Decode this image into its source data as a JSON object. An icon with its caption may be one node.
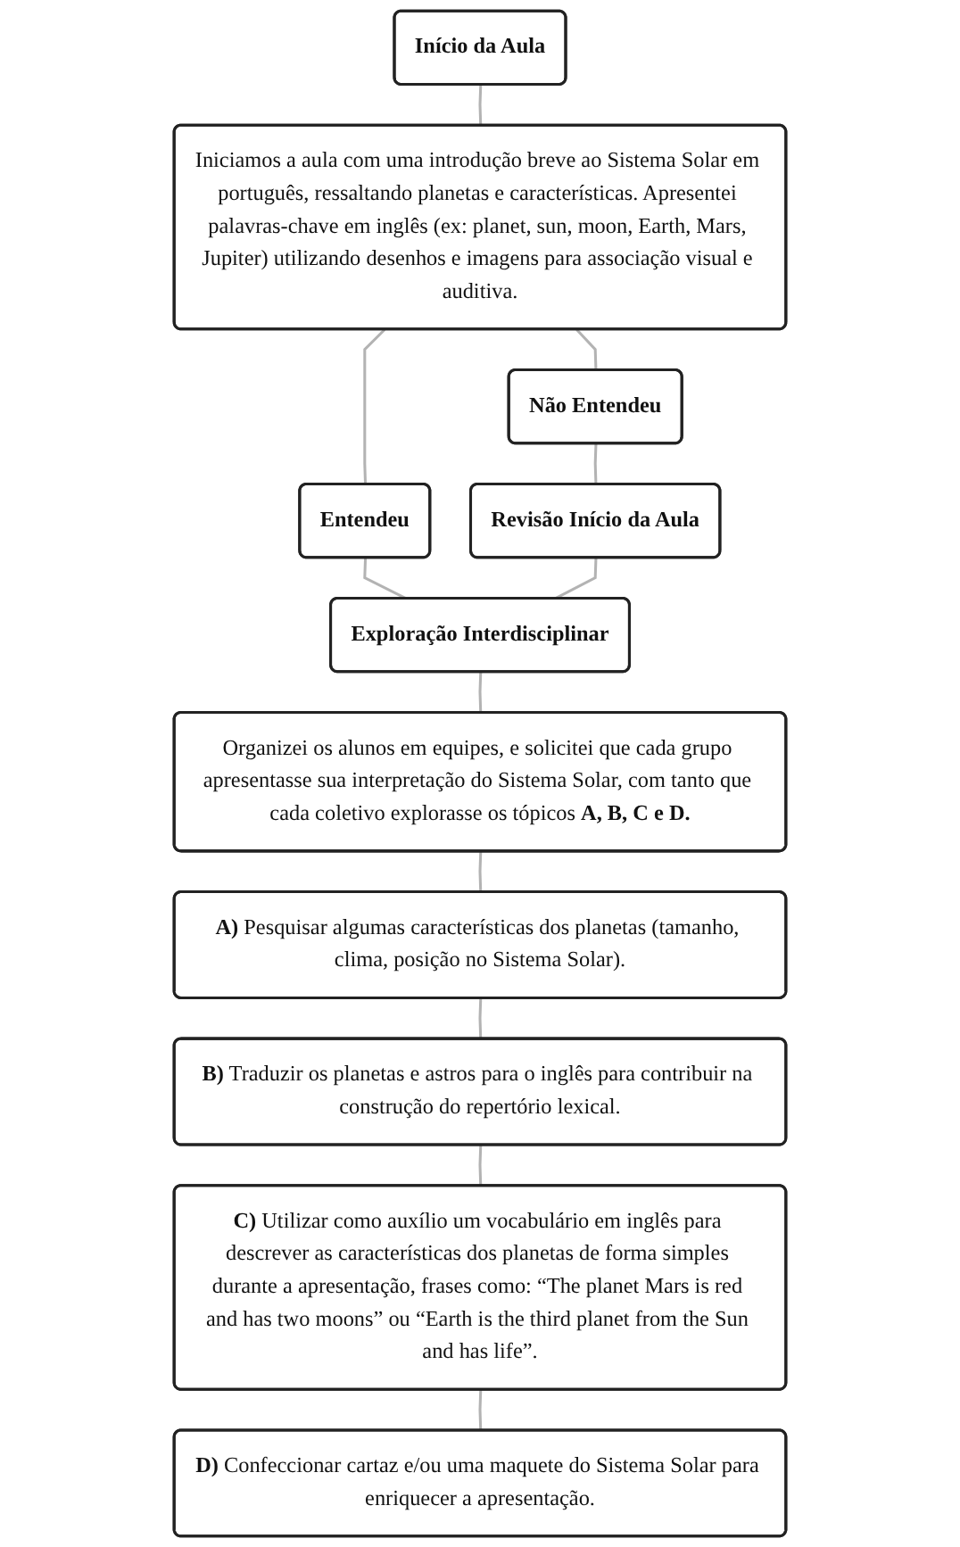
{
  "diagram": {
    "nodes": [
      {
        "text": [
          "Início da Aula"
        ]
      },
      {
        "text": [
          "Iniciamos a aula com uma introdução breve ao Sistema Solar em português, ressaltando planetas e características. Apresentei palavras-chave em inglês (ex: planet, sun, moon, Earth, Mars, Jupiter) utilizando desenhos e imagens para associação visual e auditiva."
        ]
      },
      {
        "text": [
          "Não Entendeu"
        ]
      },
      {
        "text": [
          "Entendeu"
        ]
      },
      {
        "text": [
          "Revisão Início da Aula"
        ]
      },
      {
        "text": [
          "Exploração Interdisciplinar"
        ]
      },
      {
        "text": [
          "Organizei os alunos em equipes, e solicitei que cada grupo apresentasse sua interpretação do Sistema Solar, com tanto que cada coletivo explorasse os tópicos **A, B, C e D.**"
        ]
      },
      {
        "text": [
          "**A)** Pesquisar algumas características dos planetas (tamanho, clima, posição no Sistema Solar)."
        ]
      },
      {
        "text": [
          "**B)** Traduzir os planetas e astros para o inglês para contribuir na construção do repertório lexical."
        ]
      },
      {
        "text": [
          "**C)** Utilizar como auxílio um vocabulário em inglês para descrever as características dos planetas de forma simples durante a apresentação, frases como: “The planet Mars is red and has two moons” ou “Earth is the third planet from the Sun and has life”."
        ]
      },
      {
        "text": [
          "**D)** Confeccionar cartaz e/ou uma maquete do Sistema Solar para enriquecer a apresentação."
        ]
      }
    ],
    "edges": [
      {
        "from": 0,
        "to": 1,
        "arrow": "none"
      },
      {
        "from": 1,
        "to": 2,
        "arrow": "none"
      },
      {
        "from": 1,
        "to": 3,
        "arrow": "none"
      },
      {
        "from": 2,
        "to": 4,
        "arrow": "none"
      },
      {
        "from": 3,
        "to": 5,
        "arrow": "none"
      },
      {
        "from": 4,
        "to": 5,
        "arrow": "none"
      },
      {
        "from": 5,
        "to": 6,
        "arrow": "none"
      },
      {
        "from": 6,
        "to": 7,
        "arrow": "none"
      },
      {
        "from": 7,
        "to": 8,
        "arrow": "none"
      },
      {
        "from": 8,
        "to": 9,
        "arrow": "none"
      },
      {
        "from": 9,
        "to": 10,
        "arrow": "none"
      }
    ]
  }
}
